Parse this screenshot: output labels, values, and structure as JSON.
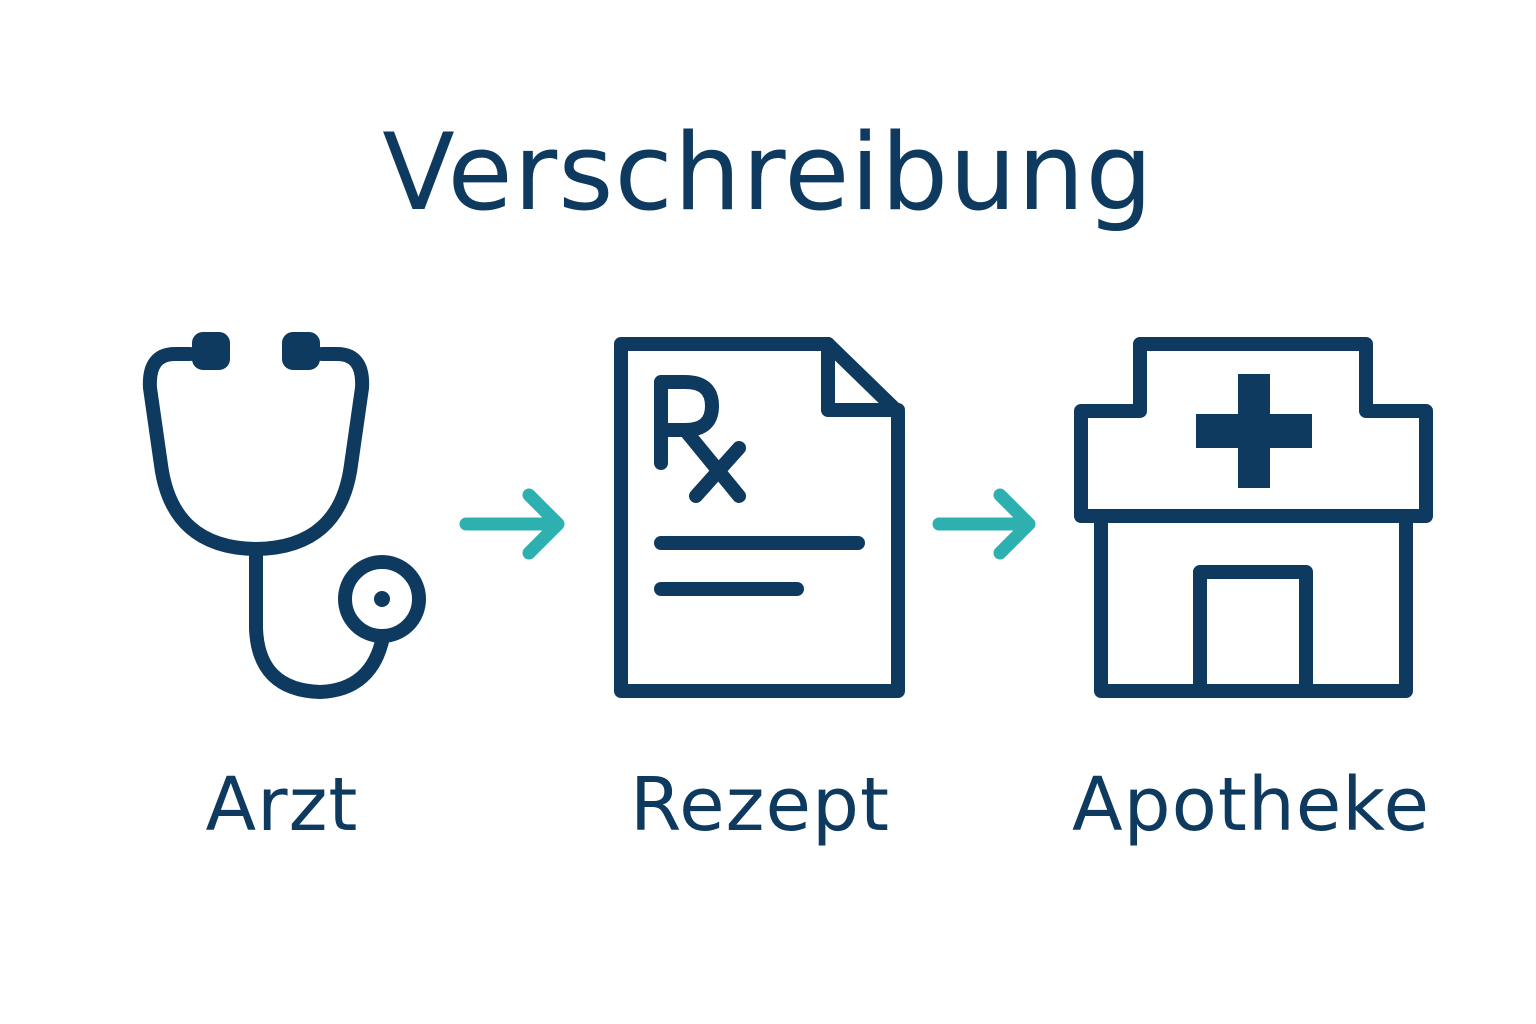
{
  "title": "Verschreibung",
  "steps": [
    {
      "icon": "stethoscope-icon",
      "label": "Arzt"
    },
    {
      "icon": "prescription-document-icon",
      "label": "Rezept"
    },
    {
      "icon": "pharmacy-building-icon",
      "label": "Apotheke"
    }
  ],
  "colors": {
    "primary": "#0d3a5e",
    "arrow": "#2fb0b0",
    "background": "#ffffff"
  }
}
